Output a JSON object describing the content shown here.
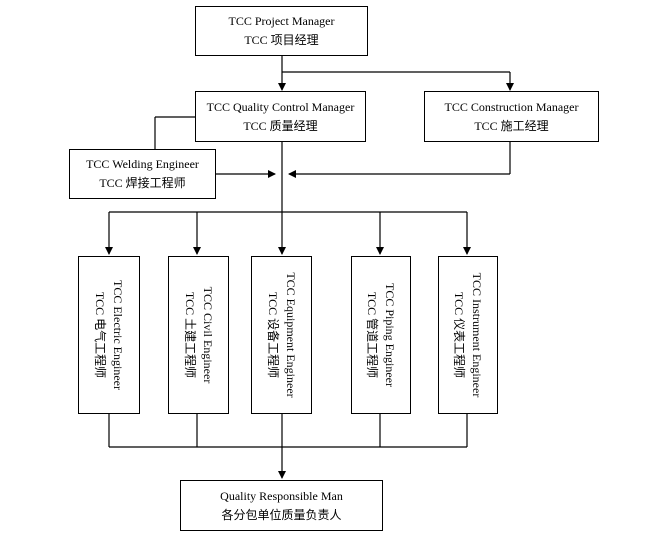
{
  "project_manager": {
    "title_en": "TCC Project Manager",
    "title_zh": "TCC 项目经理"
  },
  "qc_manager": {
    "title_en": "TCC Quality Control Manager",
    "title_zh": "TCC 质量经理"
  },
  "construction_manager": {
    "title_en": "TCC Construction Manager",
    "title_zh": "TCC 施工经理"
  },
  "welding_engineer": {
    "title_en": "TCC Welding Engineer",
    "title_zh": "TCC 焊接工程师"
  },
  "engineers": [
    {
      "title_en": "TCC Electric Engineer",
      "title_zh": "TCC 电气工程师"
    },
    {
      "title_en": "TCC Civil Engineer",
      "title_zh": "TCC 土建工程师"
    },
    {
      "title_en": "TCC Equipment Engineer",
      "title_zh": "TCC 设备工程师"
    },
    {
      "title_en": "TCC Piping Engineer",
      "title_zh": "TCC 管道工程师"
    },
    {
      "title_en": "TCC Instrument Engineer",
      "title_zh": "TCC 仪表工程师"
    }
  ],
  "quality_responsible": {
    "title_en": "Quality Responsible Man",
    "title_zh": "各分包单位质量负责人"
  }
}
